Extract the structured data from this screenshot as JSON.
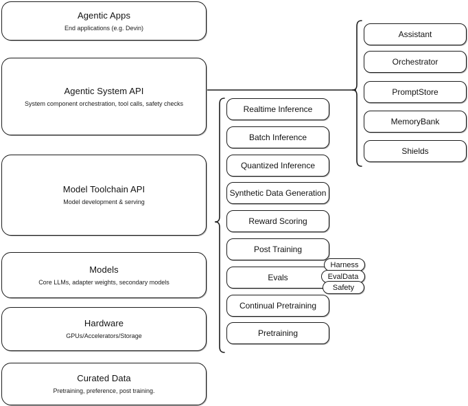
{
  "diagram": {
    "title": "Agentic / LLM stack layered architecture",
    "stroke_color": "#1a1a1a",
    "fill_color": "#ffffff"
  },
  "layers": [
    {
      "name": "agentic-apps",
      "title": "Agentic Apps",
      "subtitle": "End applications (e.g. Devin)"
    },
    {
      "name": "agentic-system-api",
      "title": "Agentic System API",
      "subtitle": "System component orchestration, tool calls, safety checks"
    },
    {
      "name": "model-toolchain-api",
      "title": "Model Toolchain API",
      "subtitle": "Model development & serving"
    },
    {
      "name": "models",
      "title": "Models",
      "subtitle": "Core LLMs, adapter weights, secondary models"
    },
    {
      "name": "hardware",
      "title": "Hardware",
      "subtitle": "GPUs/Accelerators/Storage"
    },
    {
      "name": "curated-data",
      "title": "Curated Data",
      "subtitle": "Pretraining, preference, post training."
    }
  ],
  "toolchain_components": [
    {
      "name": "realtime-inference",
      "label": "Realtime Inference"
    },
    {
      "name": "batch-inference",
      "label": "Batch Inference"
    },
    {
      "name": "quantized-inference",
      "label": "Quantized Inference"
    },
    {
      "name": "synthetic-data-generation",
      "label": "Synthetic Data Generation"
    },
    {
      "name": "reward-scoring",
      "label": "Reward Scoring"
    },
    {
      "name": "post-training",
      "label": "Post Training"
    },
    {
      "name": "evals",
      "label": "Evals"
    },
    {
      "name": "continual-pretraining",
      "label": "Continual Pretraining"
    },
    {
      "name": "pretraining",
      "label": "Pretraining"
    }
  ],
  "evals_subcomponents": [
    {
      "name": "harness",
      "label": "Harness"
    },
    {
      "name": "evaldata",
      "label": "EvalData"
    },
    {
      "name": "safety",
      "label": "Safety"
    }
  ],
  "system_components": [
    {
      "name": "assistant",
      "label": "Assistant"
    },
    {
      "name": "orchestrator",
      "label": "Orchestrator"
    },
    {
      "name": "promptstore",
      "label": "PromptStore"
    },
    {
      "name": "memorybank",
      "label": "MemoryBank"
    },
    {
      "name": "shields",
      "label": "Shields"
    }
  ]
}
